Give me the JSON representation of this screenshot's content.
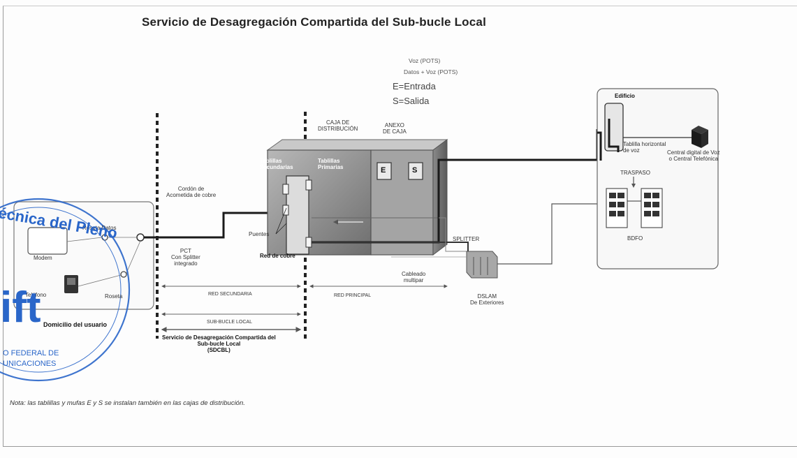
{
  "title": "Servicio de Desagregación Compartida del Sub-bucle Local",
  "legend": {
    "voz": "Voz (POTS)",
    "datos_voz": "Datos + Voz (POTS)",
    "entrada": "E=Entrada",
    "salida": "S=Salida"
  },
  "labels": {
    "edificio": "Edificio",
    "caja_distribucion": "CAJA DE\nDISTRIBUCIÓN",
    "anexo_caja": "ANEXO\nDE CAJA",
    "tablillas_secundarias": "Tablillas\nSecundarias",
    "tablillas_primarias": "Tablillas\nPrimarias",
    "e_box": "E",
    "s_box": "S",
    "cordon": "Cordón de\nAcometida de cobre",
    "puentes": "Puentes",
    "red_cobre": "Red de cobre",
    "splitter": "SPLITTER",
    "cableado": "Cableado\nmultipar",
    "dslam": "DSLAM\nDe Exteriores",
    "pct": "PCT\nCon Splitter\nintegrado",
    "roseta_datos": "Roseta Datos",
    "modem": "Modem",
    "telefono": "Teléfono",
    "roseta": "Roseta",
    "domicilio": "Domicilio del usuario",
    "tablilla_horizontal": "Tablilla horizontal\nde voz",
    "central_digital": "Central digital de Voz\no Central Telefónica",
    "traspaso": "TRASPASO",
    "bdfo": "BDFO",
    "red_secundaria": "RED SECUNDARIA",
    "red_principal": "RED PRINCIPAL",
    "sub_bucle": "SUB-BUCLE LOCAL",
    "sdcbl": "Servicio de Desagregación Compartida del\nSub-bucle Local\n(SDCBL)"
  },
  "stamp": {
    "arc_text": "écnica del Pleno",
    "logo": "ift",
    "line1": "O FEDERAL DE",
    "line2": "UNICACIONES"
  },
  "note": "Nota: las tablillas y mufas E y S se instalan también en las cajas de distribución.",
  "colors": {
    "stamp_blue": "#2a66c9",
    "cable_dark": "#1a1a1a",
    "box_gray": "#7a7a7a"
  }
}
